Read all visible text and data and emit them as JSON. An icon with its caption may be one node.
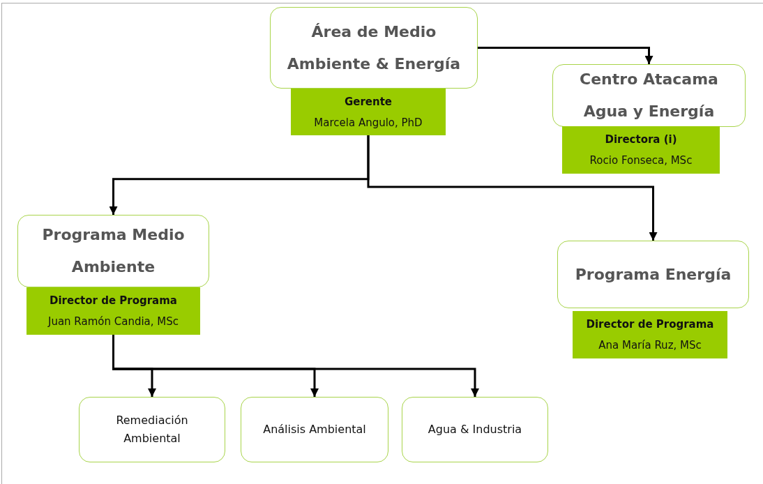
{
  "diagram": {
    "nodes": [
      {
        "text": [
          "Área de Medio Ambiente & Energía"
        ]
      },
      {
        "text": [
          "Gerente",
          "Marcela Angulo, PhD"
        ]
      },
      {
        "text": [
          "Centro Atacama Agua y Energía"
        ]
      },
      {
        "text": [
          "Directora (i)",
          "Rocio Fonseca, MSc"
        ]
      },
      {
        "text": [
          "Programa Medio Ambiente"
        ]
      },
      {
        "text": [
          "Director de Programa",
          "Juan Ramón Candia, MSc"
        ]
      },
      {
        "text": [
          "Programa Energía"
        ]
      },
      {
        "text": [
          "Director de Programa",
          "Ana María Ruz, MSc"
        ]
      },
      {
        "text": [
          "Remediación Ambiental"
        ]
      },
      {
        "text": [
          "Análisis Ambiental"
        ]
      },
      {
        "text": [
          "Agua & Industria"
        ]
      }
    ],
    "edges": [
      {
        "from": 0,
        "to": 2,
        "arrow": "to"
      },
      {
        "from": 1,
        "to": 4,
        "arrow": "to"
      },
      {
        "from": 1,
        "to": 6,
        "arrow": "to"
      },
      {
        "from": 5,
        "to": 8,
        "arrow": "to"
      },
      {
        "from": 5,
        "to": 9,
        "arrow": "to"
      },
      {
        "from": 5,
        "to": 10,
        "arrow": "to"
      }
    ]
  }
}
